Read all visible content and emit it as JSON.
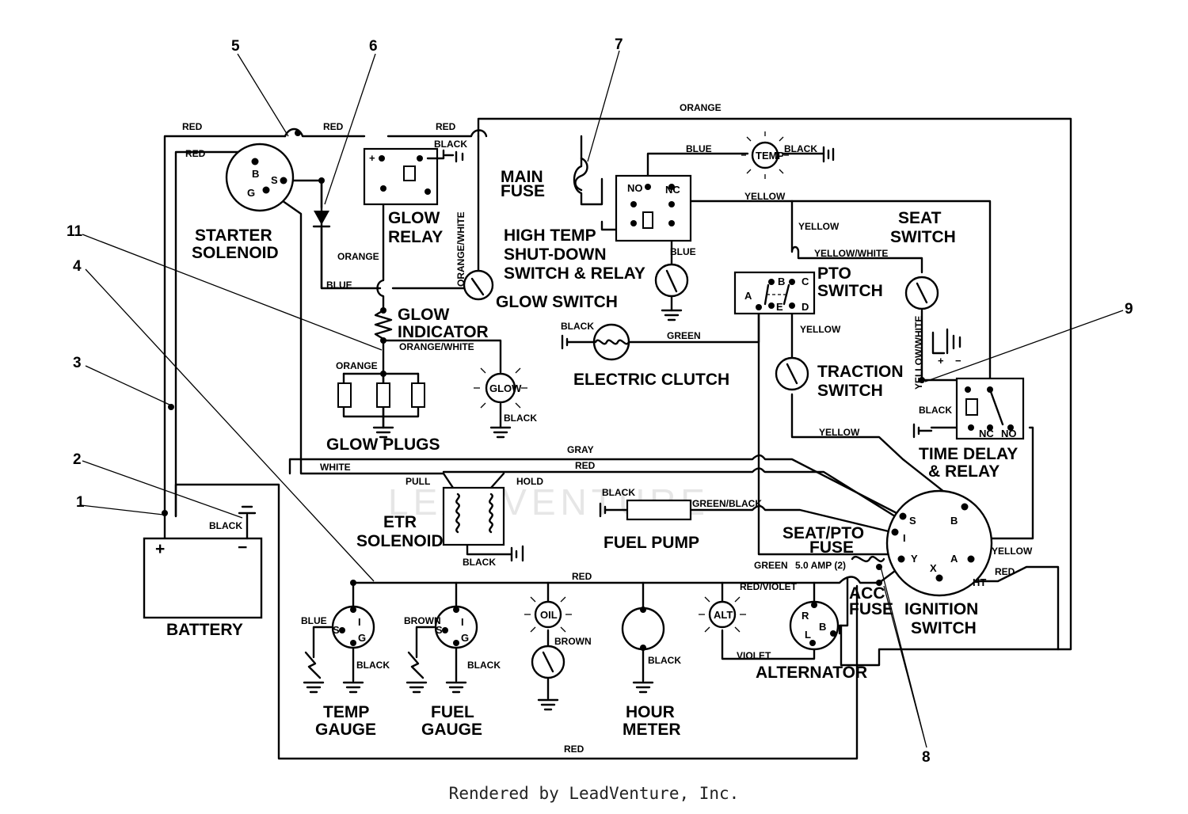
{
  "watermark": "LEADVENTURE",
  "footer": "Rendered by LeadVenture, Inc.",
  "components": {
    "starter_solenoid": [
      "STARTER",
      "SOLENOID"
    ],
    "glow_relay": [
      "GLOW",
      "RELAY"
    ],
    "main_fuse": [
      "MAIN",
      "FUSE"
    ],
    "high_temp": [
      "HIGH TEMP",
      "SHUT-DOWN",
      "SWITCH & RELAY"
    ],
    "seat_switch": [
      "SEAT",
      "SWITCH"
    ],
    "pto_switch": [
      "PTO",
      "SWITCH"
    ],
    "glow_switch": "GLOW SWITCH",
    "glow_indicator": [
      "GLOW",
      "INDICATOR"
    ],
    "electric_clutch": "ELECTRIC CLUTCH",
    "traction_switch": [
      "TRACTION",
      "SWITCH"
    ],
    "glow_plugs": "GLOW  PLUGS",
    "time_delay": [
      "TIME DELAY",
      "& RELAY"
    ],
    "etr_solenoid": [
      "ETR",
      "SOLENOID"
    ],
    "fuel_pump": "FUEL PUMP",
    "seat_pto_fuse": [
      "SEAT/PTO",
      "FUSE"
    ],
    "acc_fuse": [
      "ACC",
      "FUSE"
    ],
    "ignition_switch": [
      "IGNITION",
      "SWITCH"
    ],
    "battery": "BATTERY",
    "temp_gauge": [
      "TEMP",
      "GAUGE"
    ],
    "fuel_gauge": [
      "FUEL",
      "GAUGE"
    ],
    "hour_meter": [
      "HOUR",
      "METER"
    ],
    "alternator": "ALTERNATOR"
  },
  "lamps": {
    "temp": "TEMP",
    "glow": "GLOW",
    "oil": "OIL",
    "alt": "ALT"
  },
  "wires": {
    "red": "RED",
    "orange": "ORANGE",
    "blue": "BLUE",
    "black": "BLACK",
    "yellow": "YELLOW",
    "orange_white": "ORANGE/WHITE",
    "yellow_white": "YELLOW/WHITE",
    "green": "GREEN",
    "gray": "GRAY",
    "white": "WHITE",
    "green_black": "GREEN/BLACK",
    "brown": "BROWN",
    "violet": "VIOLET",
    "red_violet": "RED/VIOLET",
    "pull": "PULL",
    "hold": "HOLD",
    "fuse_rating": "5.0 AMP (2)"
  },
  "pins": {
    "b": "B",
    "s": "S",
    "g": "G",
    "i": "I",
    "a": "A",
    "c": "C",
    "d": "D",
    "e": "E",
    "x": "X",
    "y": "Y",
    "r": "R",
    "l": "L",
    "no": "NO",
    "nc": "NC",
    "plus": "+",
    "minus": "−",
    "ht": "HT"
  },
  "callouts": [
    "1",
    "2",
    "3",
    "4",
    "5",
    "6",
    "7",
    "8",
    "9",
    "11"
  ]
}
